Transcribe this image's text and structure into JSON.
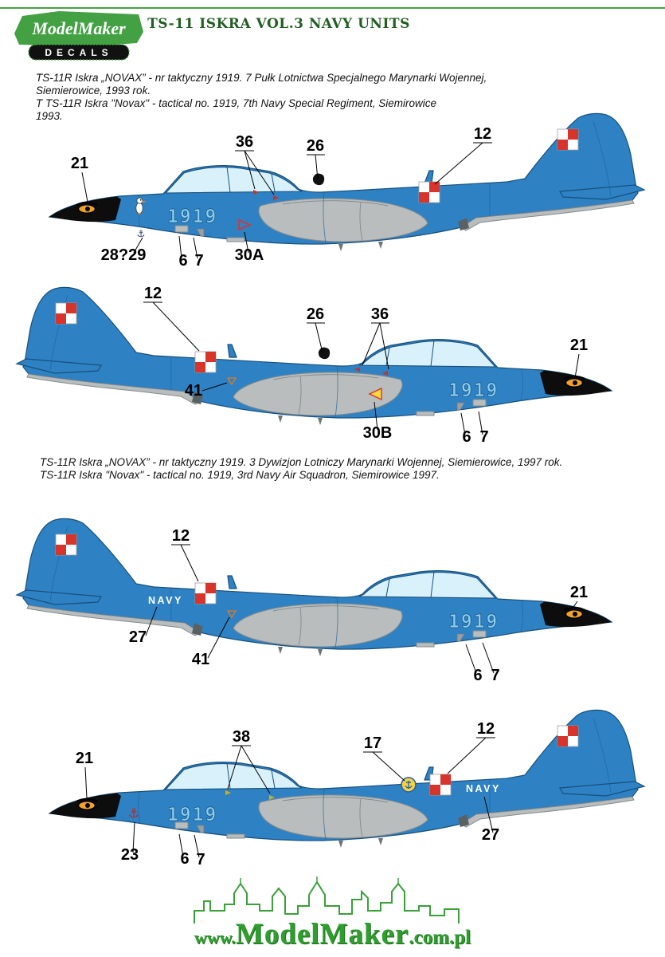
{
  "header": {
    "logo_name": "ModelMaker",
    "logo_sub": "DECALS",
    "title": "TS-11 ISKRA VOL.3 NAVY UNITS"
  },
  "captions": {
    "c1": {
      "l1": "TS-11R Iskra „NOVAX” - nr taktyczny 1919. 7 Pułk Lotnictwa Specjalnego Marynarki Wojennej,",
      "l2": "Siemierowice, 1993 rok.",
      "l3": " T TS-11R Iskra \"Novax\" - tactical no. 1919, 7th Navy Special Regiment, Siemirowice",
      "l4": "1993."
    },
    "c2": {
      "l1": "TS-11R Iskra „NOVAX” - nr taktyczny 1919. 3 Dywizjon Lotniczy Marynarki Wojennej, Siemierowice, 1997 rok.",
      "l2": " TS-11R Iskra \"Novax\" - tactical no. 1919, 3rd Navy Air Squadron, Siemirowice 1997."
    }
  },
  "aircraft": {
    "a1": {
      "tactical": "1919",
      "marks": {
        "anchor": "⚓"
      },
      "callouts": {
        "c21": "21",
        "c36": "36",
        "c26": "26",
        "c12": "12",
        "c2829": "28?29",
        "c6": "6",
        "c7": "7",
        "c30": "30A"
      }
    },
    "a2": {
      "tactical": "1919",
      "callouts": {
        "c12": "12",
        "c26": "26",
        "c36": "36",
        "c21": "21",
        "c41": "41",
        "c30": "30B",
        "c6": "6",
        "c7": "7"
      }
    },
    "a3": {
      "tactical": "1919",
      "navy": "NAVY",
      "callouts": {
        "c12": "12",
        "c21": "21",
        "c27": "27",
        "c41": "41",
        "c6": "6",
        "c7": "7"
      }
    },
    "a4": {
      "tactical": "1919",
      "navy": "NAVY",
      "marks": {
        "anchor": "⚓"
      },
      "callouts": {
        "c21": "21",
        "c38": "38",
        "c17": "17",
        "c12": "12",
        "c23": "23",
        "c6": "6",
        "c7": "7",
        "c27": "27"
      }
    }
  },
  "footer": {
    "www": "www.",
    "brand": "ModelMaker",
    "tld": ".com.pl"
  },
  "colors": {
    "brand_green": "#43a143",
    "title_green": "#215e21",
    "aircraft_blue": "#2e82c4",
    "checker_red": "#d7352c",
    "footer_green": "#2f9e2f"
  }
}
